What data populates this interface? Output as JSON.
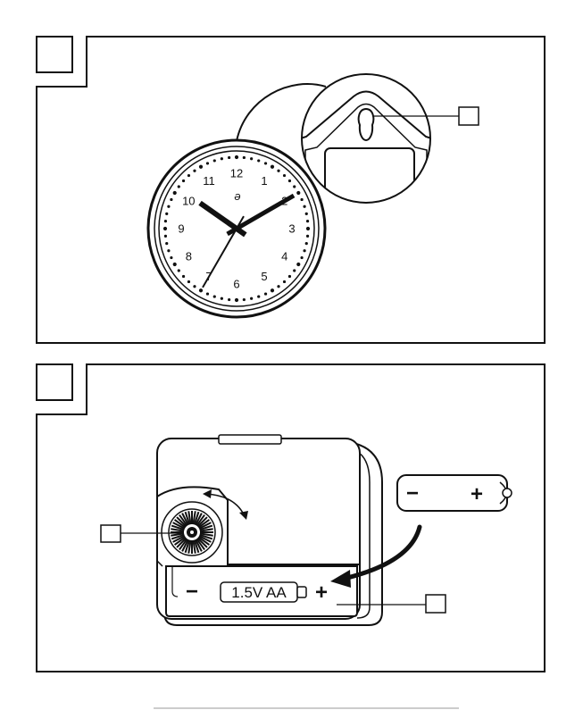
{
  "panel1": {
    "clock": {
      "numerals": [
        "12",
        "1",
        "2",
        "3",
        "4",
        "5",
        "6",
        "7",
        "8",
        "9",
        "10",
        "11"
      ],
      "time": {
        "hour": 10,
        "minute": 10,
        "second": 35
      }
    }
  },
  "panel2": {
    "battery_compartment_label": "1.5V AA",
    "compartment_minus": "−",
    "compartment_plus": "+",
    "battery_minus": "−",
    "battery_plus": "+"
  }
}
